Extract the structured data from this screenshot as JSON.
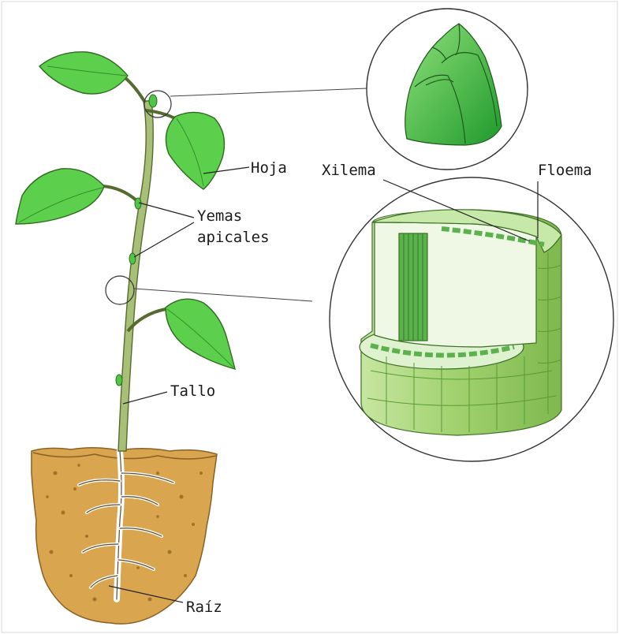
{
  "labels": {
    "hoja": "Hoja",
    "yemas_line1": "Yemas",
    "yemas_line2": "apicales",
    "tallo": "Tallo",
    "raiz": "Raíz",
    "xilema": "Xilema",
    "floema": "Floema"
  },
  "colors": {
    "leaf": "#5ccf4c",
    "leaf_dark": "#2f8f2a",
    "stem": "#a8bf78",
    "soil": "#d9a54e",
    "soil_dots": "#a3722a",
    "root": "#ffffff",
    "bud": "#4fc64a",
    "xylem": "#5bb24c",
    "section_light": "#dff2cf",
    "section_side": "#a9d67c"
  }
}
